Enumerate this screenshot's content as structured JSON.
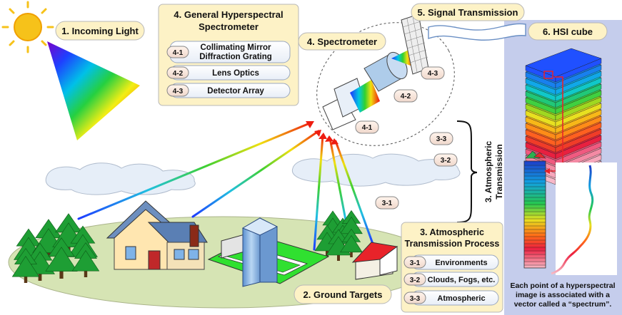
{
  "labels": {
    "incoming_light": "1. Incoming Light",
    "ground_targets": "2. Ground Targets",
    "atmo_process_title_1": "3. Atmospheric",
    "atmo_process_title_2": "Transmission Process",
    "atmo_vertical_1": "3. Atmospheric",
    "atmo_vertical_2": "Transmission",
    "general_spec_title_1": "4. General Hyperspectral",
    "general_spec_title_2": "Spectrometer",
    "spectrometer": "4. Spectrometer",
    "signal_transmission": "5. Signal Transmission",
    "hsi_cube": "6. HSI cube"
  },
  "spectrometer_items": [
    {
      "code": "4-1",
      "text_1": "Collimating Mirror",
      "text_2": "Diffraction Grating"
    },
    {
      "code": "4-2",
      "text_1": "Lens Optics",
      "text_2": ""
    },
    {
      "code": "4-3",
      "text_1": "Detector Array",
      "text_2": ""
    }
  ],
  "atmo_items": [
    {
      "code": "3-1",
      "text": "Environments"
    },
    {
      "code": "3-2",
      "text": "Clouds, Fogs, etc."
    },
    {
      "code": "3-3",
      "text": "Atmospheric"
    }
  ],
  "diagram_tags": {
    "spec_4_1": "4-1",
    "spec_4_2": "4-2",
    "spec_4_3": "4-3",
    "atmo_3_1": "3-1",
    "atmo_3_2": "3-2",
    "atmo_3_3": "3-3"
  },
  "hsi_caption": [
    "Each point of a hyperspectral",
    "image is associated with a",
    "vector called a “spectrum”."
  ],
  "colors": {
    "label_fill": "#fdf2c6",
    "label_stroke": "#b7b7b7",
    "hsi_panel": "#c5cdec",
    "grass": "#d6e4b4",
    "tree": "#1e9e34",
    "cloud": "#e6eef8",
    "sun": "#f6c21a",
    "roof_red": "#e8232a"
  }
}
